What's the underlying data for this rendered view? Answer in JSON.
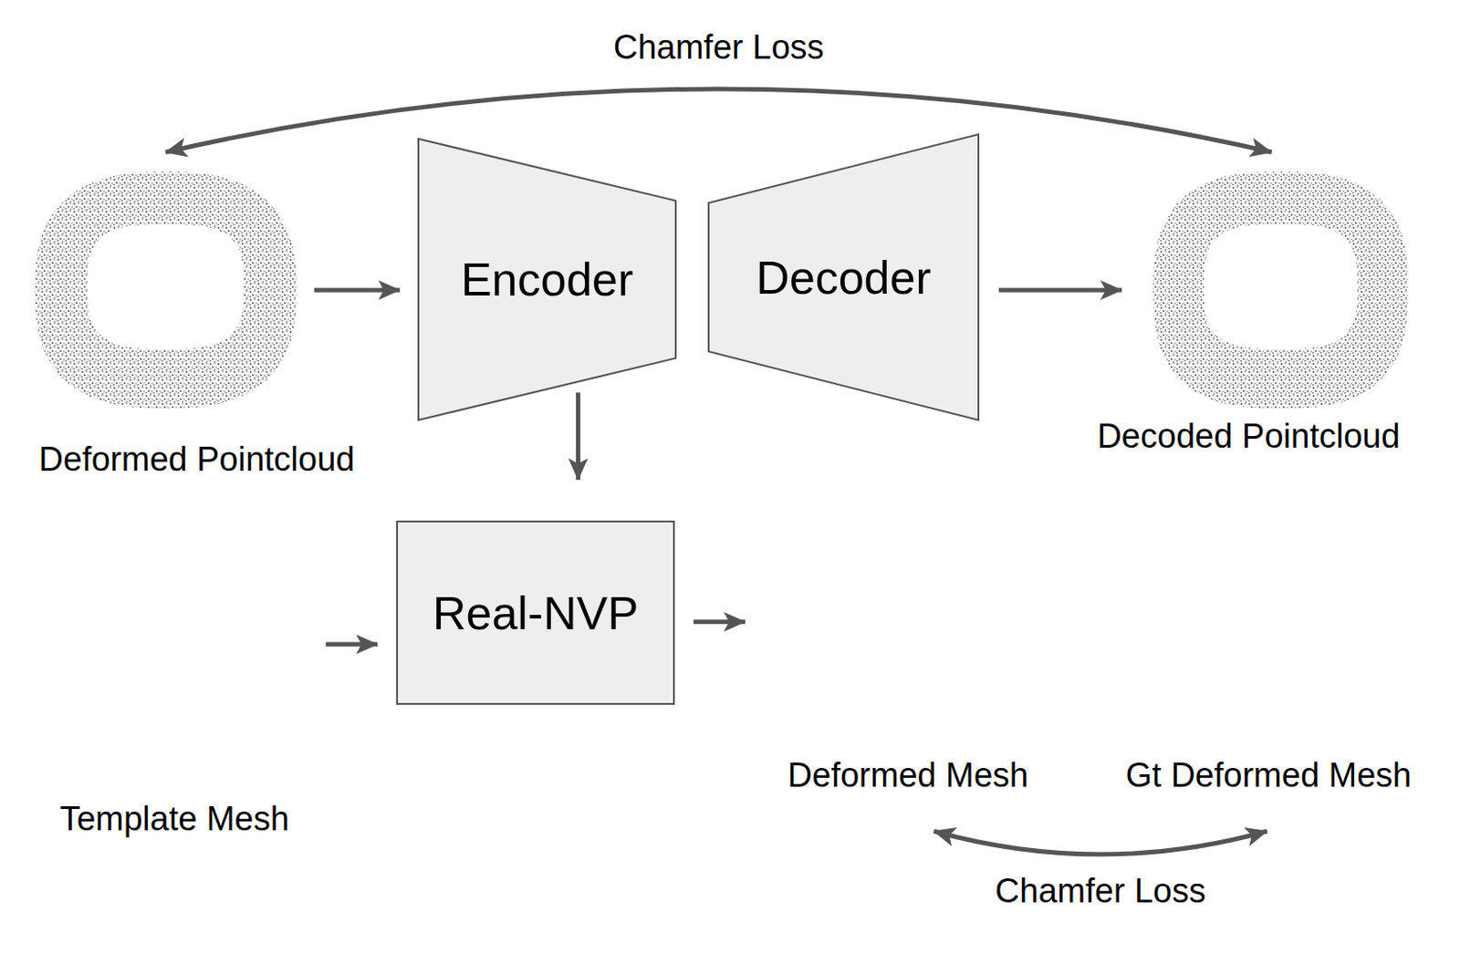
{
  "diagram": {
    "nodes": [
      {
        "text": [
          "Deformed Pointcloud"
        ]
      },
      {
        "text": [
          "Encoder"
        ]
      },
      {
        "text": [
          "Decoder"
        ]
      },
      {
        "text": [
          "Decoded Pointcloud"
        ]
      },
      {
        "text": [
          "Template Mesh"
        ]
      },
      {
        "text": [
          "Real-NVP"
        ]
      },
      {
        "text": [
          "Deformed Mesh"
        ]
      },
      {
        "text": [
          "Gt Deformed Mesh"
        ]
      }
    ],
    "edges": [
      {
        "from": 0,
        "to": 1,
        "arrow": "to"
      },
      {
        "from": 2,
        "to": 3,
        "arrow": "to"
      },
      {
        "from": 0,
        "to": 3,
        "label": "Chamfer Loss",
        "arrow": "both"
      },
      {
        "from": 1,
        "to": 5,
        "arrow": "to"
      },
      {
        "from": 4,
        "to": 5,
        "arrow": "to"
      },
      {
        "from": 5,
        "to": 6,
        "arrow": "to"
      },
      {
        "from": 6,
        "to": 7,
        "label": "Chamfer Loss",
        "arrow": "both"
      }
    ]
  }
}
